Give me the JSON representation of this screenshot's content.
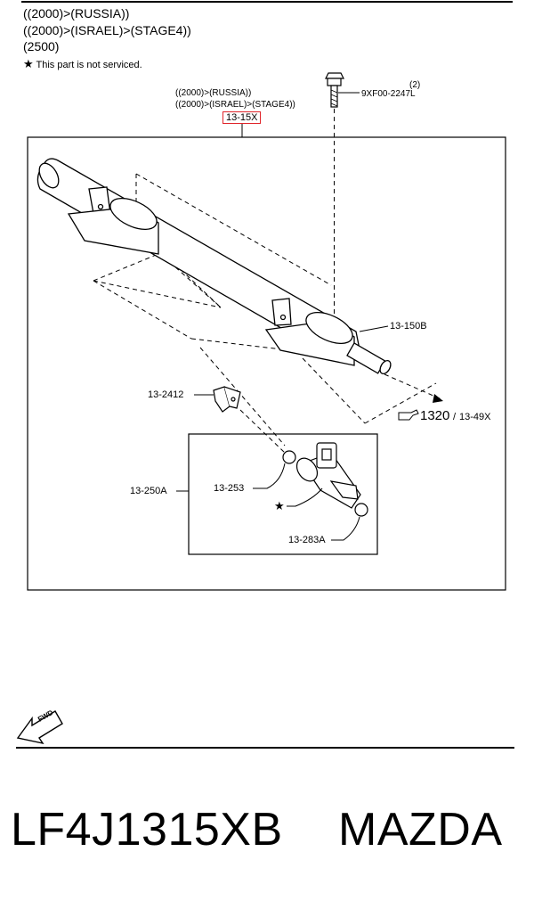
{
  "header": {
    "lines": [
      "((2000)>(RUSSIA))",
      "((2000)>(ISRAEL)>(STAGE4))",
      "(2500)"
    ],
    "note_star": "★",
    "note_text": "This part is not serviced."
  },
  "assembly": {
    "cond1": "((2000)>(RUSSIA))",
    "cond2": "((2000)>(ISRAEL)>(STAGE4))",
    "code": "13-15X",
    "highlight_color": "#e0242a"
  },
  "bolt": {
    "qty": "(2)",
    "code": "9XF00-2247L"
  },
  "labels": {
    "rail_pipe": "13-150B",
    "ref_fig": "1320",
    "ref_slash": "/",
    "ref_part": "13-49X",
    "clip": "13-2412",
    "injector_asm": "13-250A",
    "oring_upper": "13-253",
    "star": "★",
    "oring_lower": "13-283A"
  },
  "fwd_label": "FWD",
  "footer": {
    "part_number": "LF4J1315XB",
    "brand": "MAZDA"
  }
}
